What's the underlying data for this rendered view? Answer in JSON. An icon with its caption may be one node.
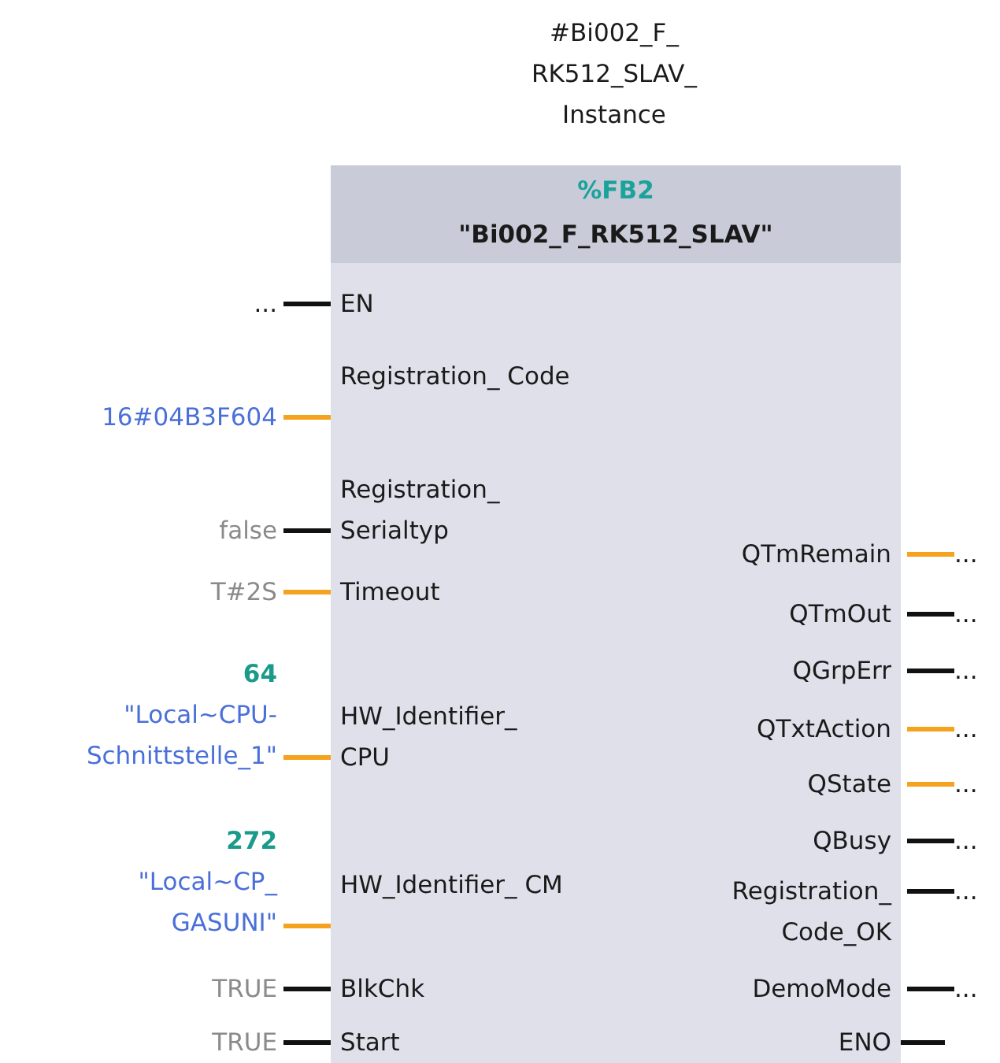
{
  "diagram": {
    "nodes": [
      {
        "text": [
          "%FB2",
          "\"Bi002_F_RK512_SLAV\""
        ],
        "beside": [
          "#Bi002_F_ RK512_SLAV_ Instance"
        ]
      },
      {
        "text": [
          "EN"
        ],
        "in": 0
      },
      {
        "text": [
          "Registration_ Code"
        ],
        "in": 0
      },
      {
        "text": [
          "Registration_ Serialtyp"
        ],
        "in": 0
      },
      {
        "text": [
          "Timeout"
        ],
        "in": 0
      },
      {
        "text": [
          "HW_Identifier_ CPU"
        ],
        "in": 0
      },
      {
        "text": [
          "HW_Identifier_ CM"
        ],
        "in": 0
      },
      {
        "text": [
          "BlkChk"
        ],
        "in": 0
      },
      {
        "text": [
          "Start"
        ],
        "in": 0
      },
      {
        "text": [
          "QTmRemain"
        ],
        "in": 0
      },
      {
        "text": [
          "QTmOut"
        ],
        "in": 0
      },
      {
        "text": [
          "QGrpErr"
        ],
        "in": 0
      },
      {
        "text": [
          "QTxtAction"
        ],
        "in": 0
      },
      {
        "text": [
          "QState"
        ],
        "in": 0
      },
      {
        "text": [
          "QBusy"
        ],
        "in": 0
      },
      {
        "text": [
          "Registration_ Code_OK"
        ],
        "in": 0
      },
      {
        "text": [
          "DemoMode"
        ],
        "in": 0
      },
      {
        "text": [
          "ENO"
        ],
        "in": 0
      },
      {
        "text": [
          "..."
        ]
      },
      {
        "text": [
          "16#04B3F604"
        ]
      },
      {
        "text": [
          "false"
        ]
      },
      {
        "text": [
          "T#2S"
        ]
      },
      {
        "text": [
          "64",
          "\"Local~CPU- Schnittstelle_1\""
        ]
      },
      {
        "text": [
          "272",
          "\"Local~CP_ GASUNI\""
        ]
      },
      {
        "text": [
          "TRUE"
        ]
      },
      {
        "text": [
          "TRUE"
        ]
      },
      {
        "text": [
          "..."
        ]
      },
      {
        "text": [
          "..."
        ]
      },
      {
        "text": [
          "..."
        ]
      },
      {
        "text": [
          "..."
        ]
      },
      {
        "text": [
          "..."
        ]
      },
      {
        "text": [
          "..."
        ]
      },
      {
        "text": [
          "..."
        ]
      },
      {
        "text": [
          "..."
        ]
      }
    ],
    "edges": [
      {
        "from": 18,
        "to": 1,
        "arrow": "none"
      },
      {
        "from": 19,
        "to": 2,
        "arrow": "none",
        "color": "#f5a21f"
      },
      {
        "from": 20,
        "to": 3,
        "arrow": "none"
      },
      {
        "from": 21,
        "to": 4,
        "arrow": "none",
        "color": "#f5a21f"
      },
      {
        "from": 22,
        "to": 5,
        "arrow": "none",
        "color": "#f5a21f"
      },
      {
        "from": 23,
        "to": 6,
        "arrow": "none",
        "color": "#f5a21f"
      },
      {
        "from": 24,
        "to": 7,
        "arrow": "none"
      },
      {
        "from": 25,
        "to": 8,
        "arrow": "none"
      },
      {
        "from": 9,
        "to": 26,
        "arrow": "none",
        "color": "#f5a21f"
      },
      {
        "from": 10,
        "to": 27,
        "arrow": "none"
      },
      {
        "from": 11,
        "to": 28,
        "arrow": "none"
      },
      {
        "from": 12,
        "to": 29,
        "arrow": "none",
        "color": "#f5a21f"
      },
      {
        "from": 13,
        "to": 30,
        "arrow": "none",
        "color": "#f5a21f"
      },
      {
        "from": 14,
        "to": 31,
        "arrow": "none"
      },
      {
        "from": 15,
        "to": 32,
        "arrow": "none"
      },
      {
        "from": 16,
        "to": 33,
        "arrow": "none"
      },
      {
        "from": 17,
        "to": null,
        "arrow": "none"
      }
    ]
  }
}
